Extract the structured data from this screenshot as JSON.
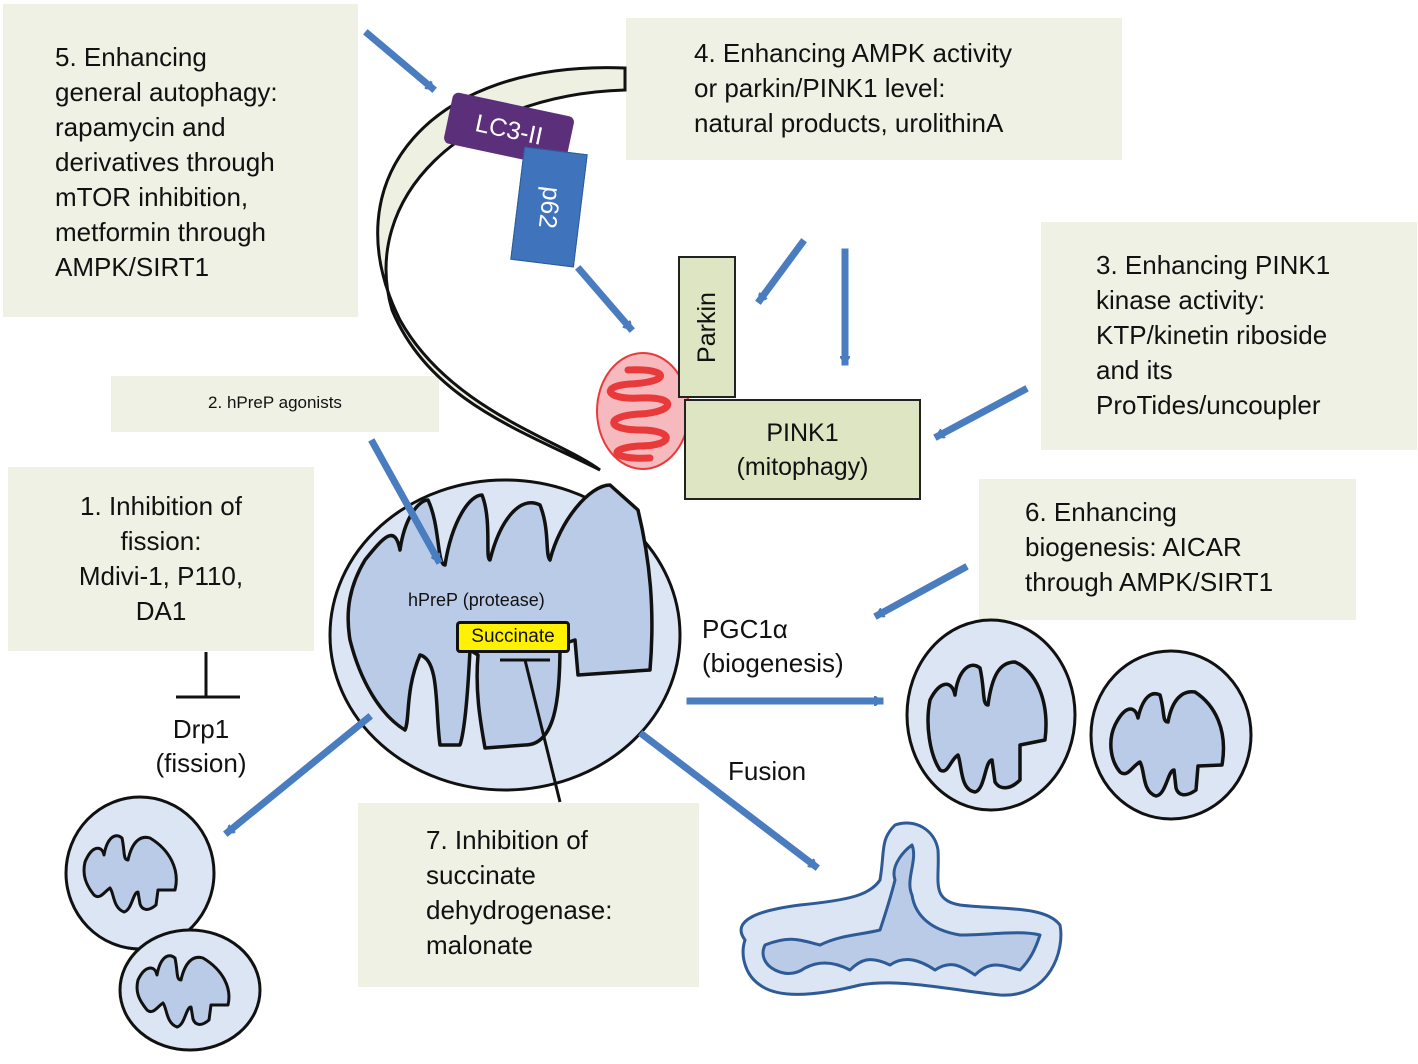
{
  "colors": {
    "box_fill": "#eff1e4",
    "arrow": "#4a7cc0",
    "mito_fill": "#dbe5f3",
    "mito_inner": "#b9cbe6",
    "protein_box": "#dde5c3",
    "lc3": "#5b2f7a",
    "p62": "#3f74bd",
    "succinate": "#fff200",
    "damaged_mito": "#e83a3a"
  },
  "strategies": {
    "s1": "1. Inhibition of\nfission:\nMdivi-1, P110,\nDA1",
    "s2": "2. hPreP agonists",
    "s3": "3. Enhancing PINK1\nkinase activity:\nKTP/kinetin riboside\nand its\nProTides/uncoupler",
    "s4": "4. Enhancing AMPK activity\nor parkin/PINK1 level:\nnatural products, urolithinA",
    "s5": "5. Enhancing\ngeneral autophagy:\nrapamycin and\nderivatives through\nmTOR inhibition,\nmetformin through\nAMPK/SIRT1",
    "s6": "6. Enhancing\nbiogenesis: AICAR\nthrough AMPK/SIRT1",
    "s7": "7. Inhibition of\nsuccinate\ndehydrogenase:\nmalonate"
  },
  "proteins": {
    "lc3": "LC3-II",
    "p62": "p62",
    "parkin": "Parkin",
    "pink1": "PINK1\n(mitophagy)"
  },
  "labels": {
    "hprep": "hPreP (protease)",
    "succinate": "Succinate",
    "drp1": "Drp1\n(fission)",
    "pgc1a": "PGC1α\n(biogenesis)",
    "fusion": "Fusion"
  }
}
